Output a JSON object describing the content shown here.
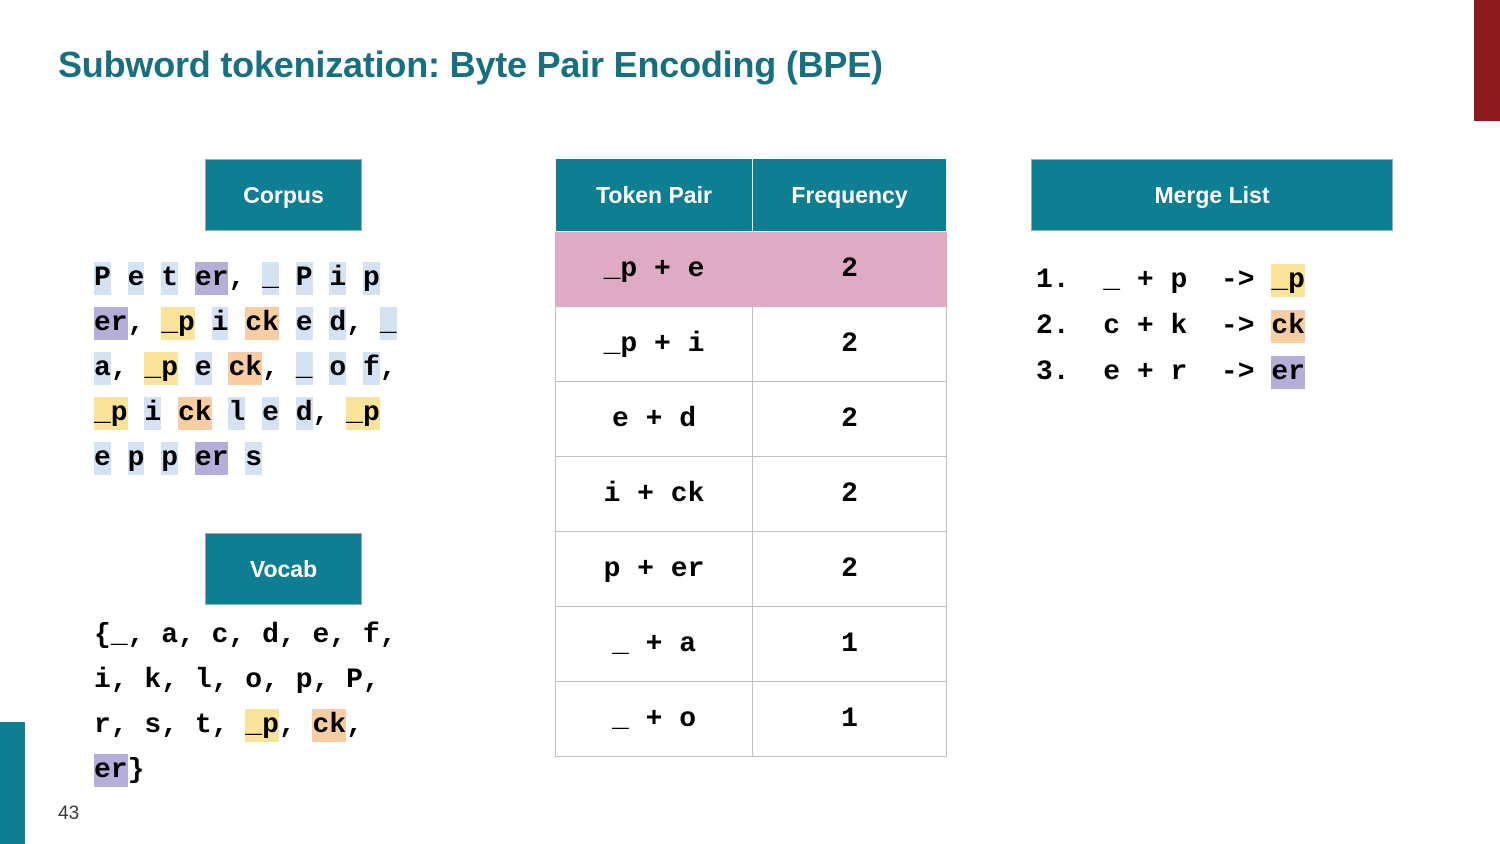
{
  "slide": {
    "title": "Subword tokenization: Byte Pair Encoding (BPE)",
    "page_number": "43"
  },
  "colors": {
    "teal": "#0e7e92",
    "title_teal": "#17707f",
    "accent_red": "#8c191c",
    "highlight_blue": "#d3e3f3",
    "highlight_yellow": "#fce39a",
    "highlight_orange": "#f9cda2",
    "highlight_purple": "#b4aed8",
    "row_highlight_pink": "#dfabc4"
  },
  "corpus": {
    "header": "Corpus",
    "lines": [
      "P e t er , _ P i p",
      "er , _p i ck e d , _",
      "a , _p e ck , _ o f ,",
      "_p i ck l e d , _p",
      "e p p er s"
    ],
    "text": "Peter, _ Piper, _picked, _a, _peck, _ of, _pickled, _peppers"
  },
  "vocab": {
    "header": "Vocab",
    "text": "{_, a, c, d, e, f, i, k, l, o, p, P, r, s, t, _p, ck, er}",
    "tokens": [
      "_",
      "a",
      "c",
      "d",
      "e",
      "f",
      "i",
      "k",
      "l",
      "o",
      "p",
      "P",
      "r",
      "s",
      "t",
      "_p",
      "ck",
      "er"
    ]
  },
  "merge_list": {
    "header": "Merge List",
    "entries": [
      {
        "index": "1.",
        "left": "_",
        "plus": "+",
        "right": "p",
        "arrow": "->",
        "result": "_p",
        "color": "yellow"
      },
      {
        "index": "2.",
        "left": "c",
        "plus": "+",
        "right": "k",
        "arrow": "->",
        "result": "ck",
        "color": "orange"
      },
      {
        "index": "3.",
        "left": "e",
        "plus": "+",
        "right": "r",
        "arrow": "->",
        "result": "er",
        "color": "purple"
      }
    ]
  },
  "freq_table": {
    "columns": [
      "Token Pair",
      "Frequency"
    ],
    "rows": [
      {
        "pair": "_p + e",
        "freq": "2",
        "highlighted": true
      },
      {
        "pair": "_p + i",
        "freq": "2",
        "highlighted": false
      },
      {
        "pair": "e + d",
        "freq": "2",
        "highlighted": false
      },
      {
        "pair": "i + ck",
        "freq": "2",
        "highlighted": false
      },
      {
        "pair": "p + er",
        "freq": "2",
        "highlighted": false
      },
      {
        "pair": "_ + a",
        "freq": "1",
        "highlighted": false
      },
      {
        "pair": "_ + o",
        "freq": "1",
        "highlighted": false
      }
    ]
  }
}
